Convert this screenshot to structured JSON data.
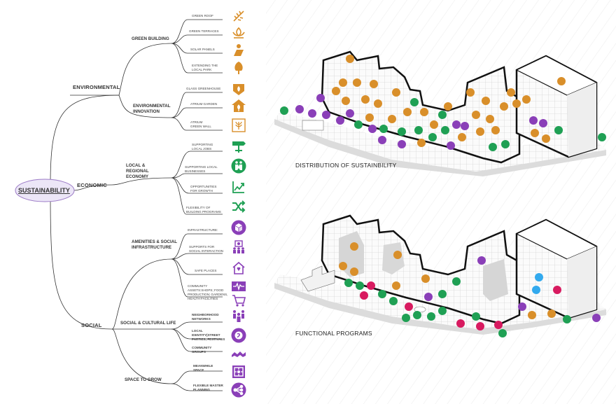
{
  "palette": {
    "orange": "#d98f2a",
    "purple": "#8a3fb8",
    "green": "#1fa054",
    "line": "#333333",
    "ellipse_fill": "#ece6f7",
    "ellipse_stroke": "#9b7ac6"
  },
  "mindmap": {
    "root": "SUSTAINABILITY",
    "categories": {
      "environmental": "ENVIRONMENTAL",
      "economic": "ECONOMIC",
      "social": "SOCIAL"
    },
    "subcategories": {
      "green_building": "GREEN BUILDING",
      "env_innovation": "ENVIRONMENTAL INNOVATION",
      "local_economy": "LOCAL & REGIONAL ECONOMY",
      "amenities": "AMENITIES & SOCIAL INFRASTRUCTURE",
      "cultural_life": "SOCIAL & CULTURAL LIFE",
      "space_to_grow": "SPACE TO GROW"
    },
    "leaves": {
      "green_roof": "GREEN ROOF",
      "green_terraces": "GREEN TERRACES",
      "solar_panels": "SOLAR PANELS",
      "extending_park": "EXTENDING THE LOCAL PARK",
      "glass_greenhouse": "GLASS GREENHOUSE",
      "atrium_garden": "ATRIUM GARDEN",
      "atrium_green_wall": "ATRIUM GREEN WALL",
      "local_jobs": "SUPPORTING LOCAL JOBS",
      "local_businesses": "SUPPORTING LOCAL BUSINESSES",
      "growth": "OPPORTUNITIES FOR GROWTH",
      "flexibility": "FLEXIBILITY OF BUILDING PROGRAMS",
      "infrastructure": "INFRASTRUCTURE:",
      "social_interaction": "SUPPORTS FOR SOCIAL INTERACTION",
      "safe_places": "SAFE PLACES",
      "community_assets": "COMMUNITY ASSETS:SHOPS; FOOD PRODUCTION; GARDENS, HEALTH FACILITIES",
      "neighborhood": "NEIGHBORHOOD NETWORKS",
      "local_identity": "LOCAL IDENTITY(STREET PARTIES; FESTIVALS",
      "community_groups": "COMMUNITY GROUPS",
      "meanwhile": "MEANWHILE SPACE",
      "master_planning": "FLEXIBLE MASTER PLANNING"
    }
  },
  "diagrams": {
    "top_title": "DISTRIBUTION OF SUSTAINBILITY",
    "bottom_title": "FUNCTIONAL PROGRAMS"
  },
  "icons": [
    {
      "name": "green-roof-icon",
      "color": "orange"
    },
    {
      "name": "green-terraces-icon",
      "color": "orange"
    },
    {
      "name": "solar-panel-icon",
      "color": "orange"
    },
    {
      "name": "tree-icon",
      "color": "orange"
    },
    {
      "name": "greenhouse-icon",
      "color": "orange"
    },
    {
      "name": "atrium-garden-icon",
      "color": "orange"
    },
    {
      "name": "green-wall-icon",
      "color": "orange"
    },
    {
      "name": "signpost-icon",
      "color": "green"
    },
    {
      "name": "handshake-icon",
      "color": "green"
    },
    {
      "name": "growth-chart-icon",
      "color": "green"
    },
    {
      "name": "shuffle-icon",
      "color": "green"
    },
    {
      "name": "infrastructure-icon",
      "color": "purple"
    },
    {
      "name": "social-interaction-icon",
      "color": "purple"
    },
    {
      "name": "safe-home-icon",
      "color": "purple"
    },
    {
      "name": "health-pulse-icon",
      "color": "purple"
    },
    {
      "name": "shopping-cart-icon",
      "color": "purple"
    },
    {
      "name": "people-network-icon",
      "color": "purple"
    },
    {
      "name": "local-identity-icon",
      "color": "purple"
    },
    {
      "name": "community-handshake-icon",
      "color": "purple"
    },
    {
      "name": "meanwhile-space-icon",
      "color": "purple"
    },
    {
      "name": "master-planning-icon",
      "color": "purple"
    }
  ]
}
